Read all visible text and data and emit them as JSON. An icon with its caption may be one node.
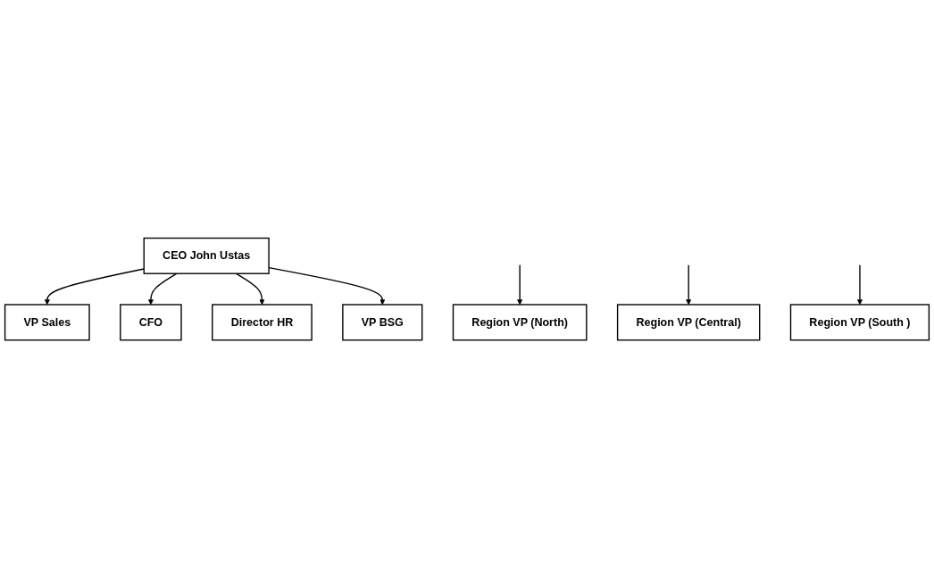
{
  "diagram": {
    "nodes": [
      {
        "text": [
          "CEO John Ustas"
        ]
      },
      {
        "text": [
          "VP Sales"
        ]
      },
      {
        "text": [
          "CFO"
        ]
      },
      {
        "text": [
          "Director HR"
        ]
      },
      {
        "text": [
          "VP BSG"
        ]
      },
      {
        "text": [
          "Region VP (North)"
        ]
      },
      {
        "text": [
          "Region VP (Central)"
        ]
      },
      {
        "text": [
          "Region VP (South )"
        ]
      }
    ],
    "edges": [
      {
        "from": 0,
        "to": 1,
        "arrow": "to"
      },
      {
        "from": 0,
        "to": 2,
        "arrow": "to"
      },
      {
        "from": 0,
        "to": 3,
        "arrow": "to"
      },
      {
        "from": 0,
        "to": 4,
        "arrow": "to"
      },
      {
        "from": null,
        "to": 5,
        "arrow": "to"
      },
      {
        "from": null,
        "to": 6,
        "arrow": "to"
      },
      {
        "from": null,
        "to": 7,
        "arrow": "to"
      }
    ]
  }
}
